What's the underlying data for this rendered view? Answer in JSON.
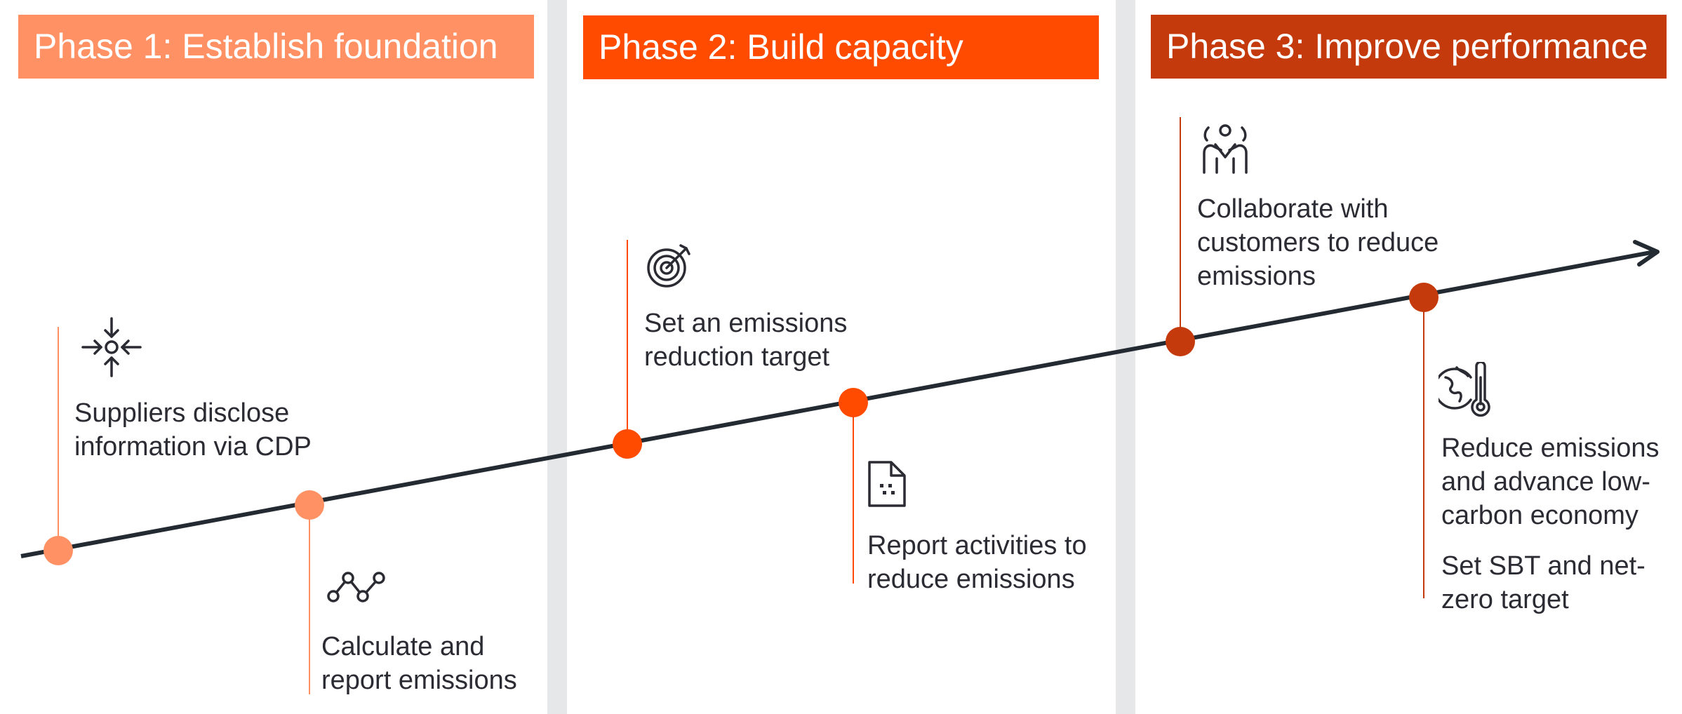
{
  "phases": [
    {
      "label": "Phase 1: Establish foundation",
      "color": "#ff9164"
    },
    {
      "label": "Phase 2: Build capacity",
      "color": "#ff4b00"
    },
    {
      "label": "Phase 3: Improve performance",
      "color": "#c53a0c"
    }
  ],
  "steps": [
    {
      "label": "Suppliers disclose information via CDP",
      "icon": "arrows-converge-icon"
    },
    {
      "label": "Calculate and report emissions",
      "icon": "line-graph-icon"
    },
    {
      "label": "Set an emissions reduction target",
      "icon": "target-icon"
    },
    {
      "label": "Report activities to reduce emissions",
      "icon": "document-icon"
    },
    {
      "label": "Collaborate with customers to reduce emissions",
      "icon": "people-collaborate-icon"
    },
    {
      "label": "Reduce emissions and advance low-carbon economy",
      "icon": "globe-thermometer-icon"
    }
  ],
  "extra_text": "Set SBT and net-zero target",
  "colors": {
    "line": "#232a31",
    "text": "#2b2b33",
    "gap": "#e6e7e8"
  }
}
